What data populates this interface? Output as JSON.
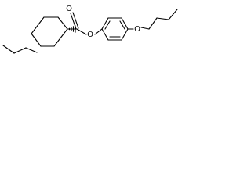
{
  "molecule": {
    "atom_labels": {
      "carbonyl_oxygen": "O",
      "ester_oxygen": "O",
      "ether_oxygen": "O"
    },
    "colors": {
      "bond": "#000000",
      "label": "#000000",
      "background": "#ffffff"
    }
  }
}
